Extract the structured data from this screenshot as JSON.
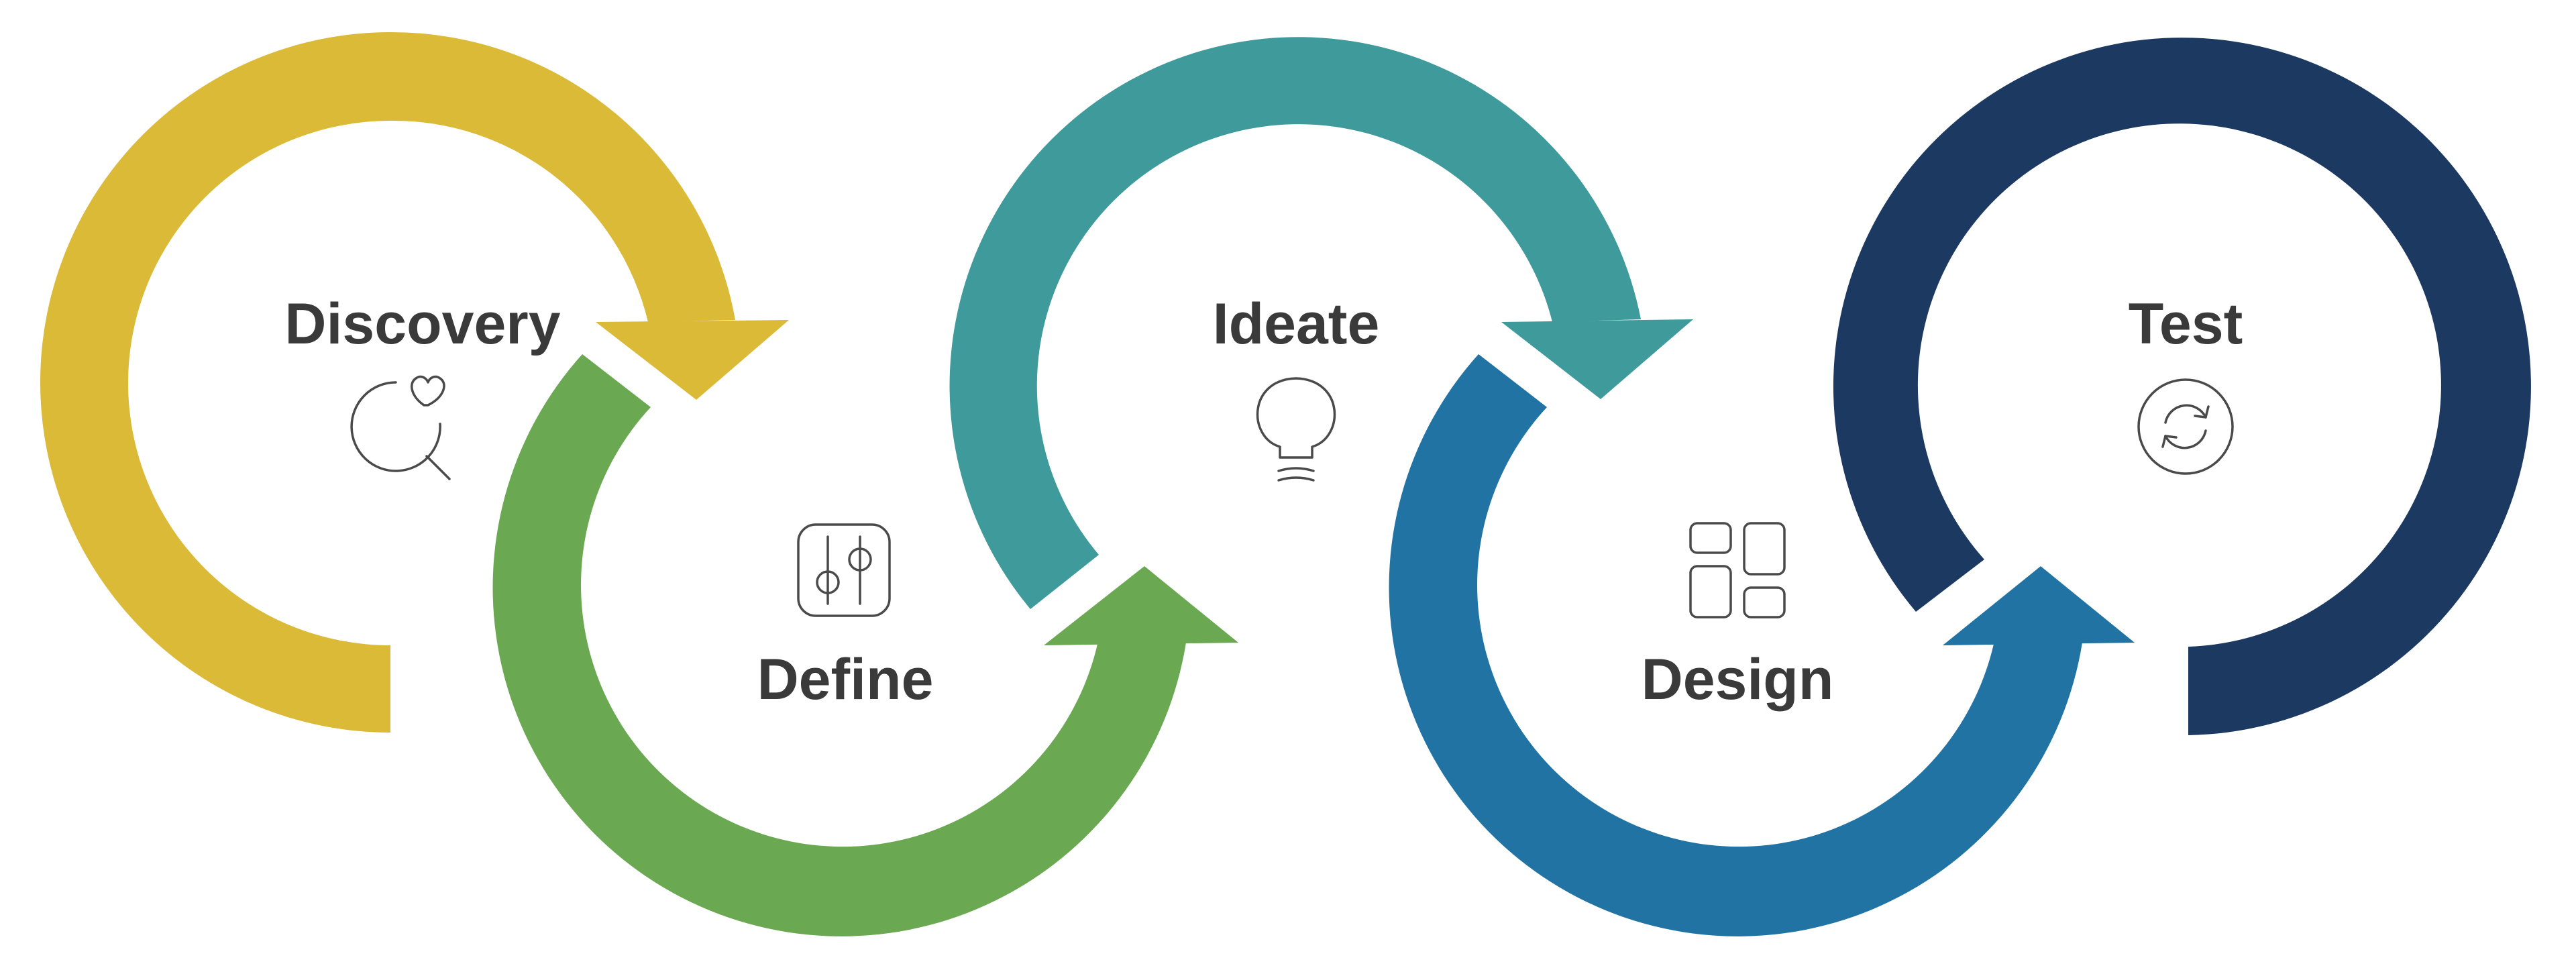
{
  "colors": {
    "discovery": "#DBBA37",
    "define": "#6AA951",
    "ideate": "#3E9A9B",
    "design": "#2073A3",
    "test": "#1C3A61",
    "label": "#3A3A3A",
    "icon": "#4A4A4A"
  },
  "stages": [
    {
      "label": "Discovery",
      "icon": "search-heart-icon",
      "color": "#DBBA37"
    },
    {
      "label": "Define",
      "icon": "sliders-icon",
      "color": "#6AA951"
    },
    {
      "label": "Ideate",
      "icon": "lightbulb-icon",
      "color": "#3E9A9B"
    },
    {
      "label": "Design",
      "icon": "layout-grid-icon",
      "color": "#2073A3"
    },
    {
      "label": "Test",
      "icon": "refresh-circle-icon",
      "color": "#1C3A61"
    }
  ]
}
